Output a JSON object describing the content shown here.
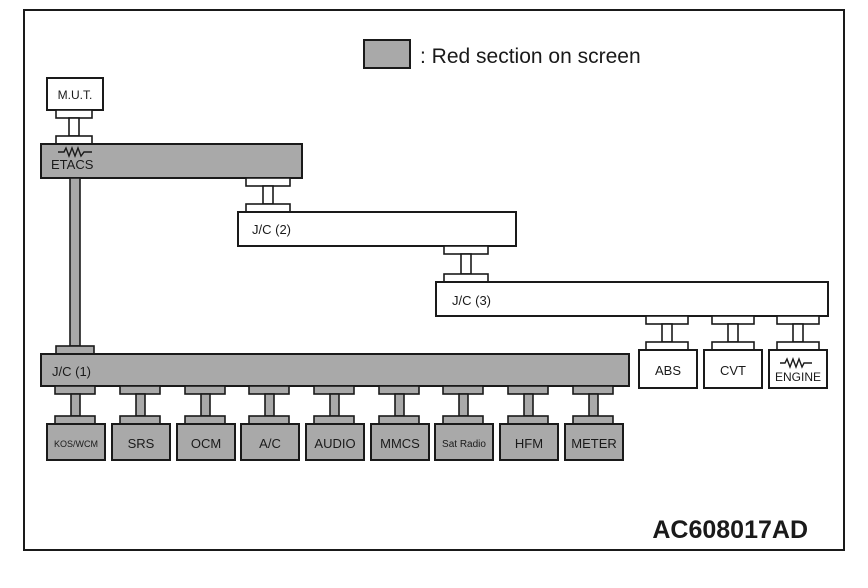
{
  "legend": {
    "text": ": Red section on screen"
  },
  "figure_code": "AC608017AD",
  "nodes": {
    "mut": "M.U.T.",
    "etacs": "ETACS",
    "jc1": "J/C (1)",
    "jc2": "J/C (2)",
    "jc3": "J/C (3)",
    "abs": "ABS",
    "cvt": "CVT",
    "engine": "ENGINE",
    "kos": "KOS/WCM",
    "srs": "SRS",
    "ocm": "OCM",
    "ac": "A/C",
    "audio": "AUDIO",
    "mmcs": "MMCS",
    "satradio": "Sat Radio",
    "hfm": "HFM",
    "meter": "METER"
  },
  "colors": {
    "red_section": "#a9a9a9",
    "line": "#1a1a1a"
  }
}
